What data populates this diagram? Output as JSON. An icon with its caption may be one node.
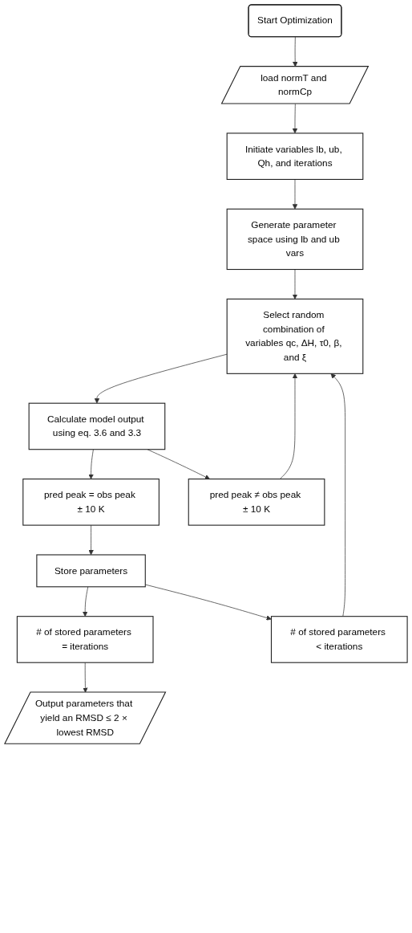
{
  "diagram": {
    "nodes": [
      {
        "text": [
          "Start Optimization"
        ]
      },
      {
        "text": [
          "load normT and normCp"
        ]
      },
      {
        "text": [
          "Initiate variables lb, ub, Qh, and iterations"
        ]
      },
      {
        "text": [
          "Generate parameter space using lb and ub vars"
        ]
      },
      {
        "text": [
          "Select random combination of variables qc, ΔH, τ0, β, and ξ"
        ]
      },
      {
        "text": [
          "Calculate model output using eq. 3.6 and 3.3"
        ]
      },
      {
        "text": [
          "pred peak = obs peak ± 10 K"
        ]
      },
      {
        "text": [
          "pred peak ≠ obs peak ± 10 K"
        ]
      },
      {
        "text": [
          "Store parameters"
        ]
      },
      {
        "text": [
          "# of stored parameters = iterations"
        ]
      },
      {
        "text": [
          "# of stored parameters < iterations"
        ]
      },
      {
        "text": [
          "Output parameters that yield an RMSD ≤ 2 × lowest RMSD"
        ]
      }
    ],
    "edges": [
      {
        "from": 0,
        "to": 1,
        "arrow": "to"
      },
      {
        "from": 1,
        "to": 2,
        "arrow": "to"
      },
      {
        "from": 2,
        "to": 3,
        "arrow": "to"
      },
      {
        "from": 3,
        "to": 4,
        "arrow": "to"
      },
      {
        "from": 4,
        "to": 5,
        "arrow": "to"
      },
      {
        "from": 5,
        "to": 6,
        "arrow": "to"
      },
      {
        "from": 5,
        "to": 7,
        "arrow": "to"
      },
      {
        "from": 7,
        "to": 4,
        "arrow": "to"
      },
      {
        "from": 6,
        "to": 8,
        "arrow": "to"
      },
      {
        "from": 8,
        "to": 9,
        "arrow": "to"
      },
      {
        "from": 8,
        "to": 10,
        "arrow": "to"
      },
      {
        "from": 9,
        "to": 11,
        "arrow": "to"
      },
      {
        "from": 10,
        "to": 4,
        "arrow": "to"
      }
    ]
  }
}
